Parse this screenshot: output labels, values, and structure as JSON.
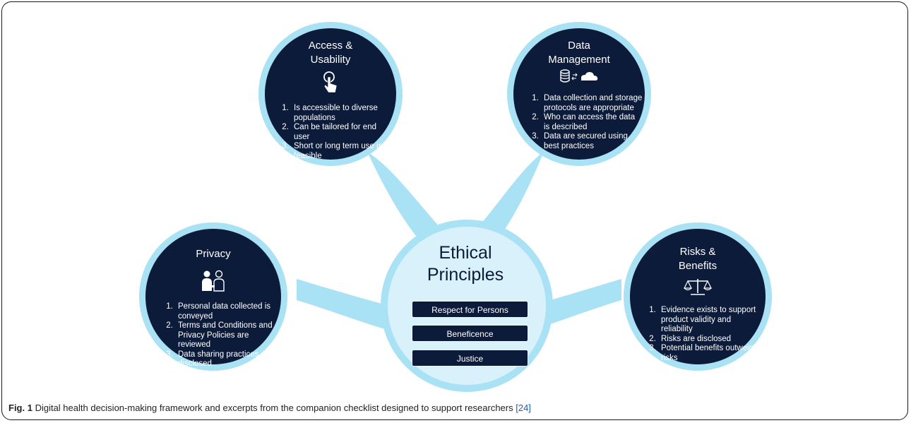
{
  "center": {
    "title": "Ethical\nPrinciples",
    "principles": [
      "Respect for Persons",
      "Beneficence",
      "Justice"
    ]
  },
  "nodes": {
    "access": {
      "title": "Access &\nUsability",
      "icon": "touch-hand-icon",
      "items": [
        "Is accessible to diverse populations",
        "Can be tailored for end user",
        "Short or long term use is feasible"
      ]
    },
    "data": {
      "title": "Data\nManagement",
      "icon": "database-cloud-icon",
      "items": [
        "Data collection and storage protocols are appropriate",
        "Who can access the data is described",
        "Data are secured using best practices"
      ]
    },
    "privacy": {
      "title": "Privacy",
      "icon": "people-privacy-icon",
      "items": [
        "Personal data collected is conveyed",
        "Terms and Conditions and Privacy Policies are reviewed",
        "Data sharing practices are disclosed"
      ]
    },
    "risks": {
      "title": "Risks &\nBenefits",
      "icon": "balance-scale-icon",
      "items": [
        "Evidence exists to support product validity and reliability",
        "Risks are disclosed",
        "Potential benefits outweigh risks"
      ]
    }
  },
  "caption": {
    "label": "Fig. 1",
    "text": " Digital health decision-making framework and excerpts from the companion checklist designed to support researchers ",
    "ref": "[24]"
  },
  "colors": {
    "navy": "#0d1b3a",
    "light_blue": "#a9e1f5",
    "link": "#1a5fb4"
  }
}
